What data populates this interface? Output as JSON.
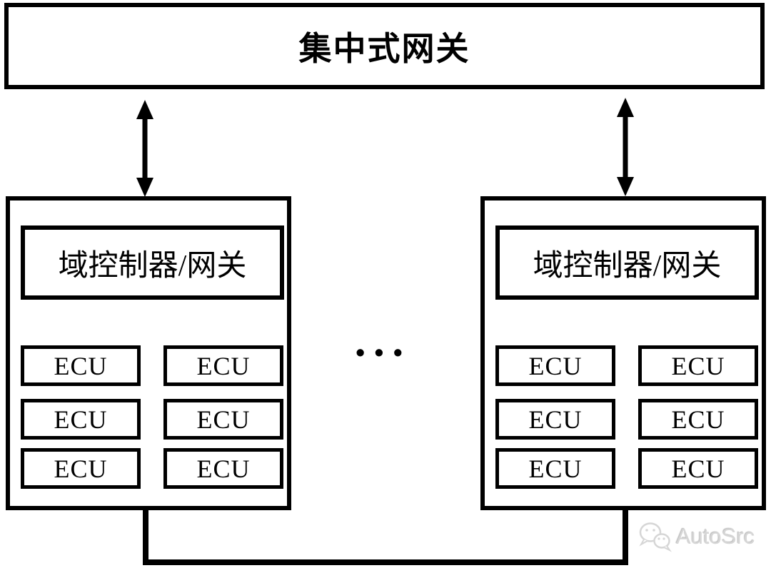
{
  "colors": {
    "line": "#000000",
    "background": "#ffffff",
    "watermark": "#d6d6d6"
  },
  "top_gateway": {
    "label": "集中式网关"
  },
  "ellipsis": "•••",
  "domains": [
    {
      "controller_label": "域控制器/网关",
      "ecus": [
        "ECU",
        "ECU",
        "ECU",
        "ECU",
        "ECU",
        "ECU"
      ]
    },
    {
      "controller_label": "域控制器/网关",
      "ecus": [
        "ECU",
        "ECU",
        "ECU",
        "ECU",
        "ECU",
        "ECU"
      ]
    }
  ],
  "watermark": {
    "label": "AutoSrc",
    "icon": "wechat-icon"
  }
}
